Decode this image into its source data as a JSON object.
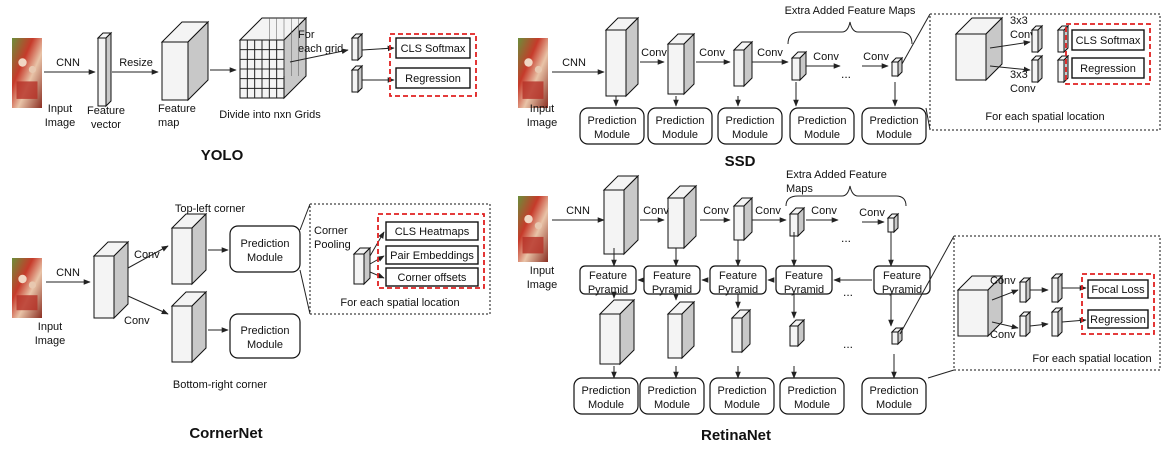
{
  "labels": {
    "cnn": "CNN",
    "conv": "Conv",
    "resize": "Resize",
    "input_image": [
      "Input",
      "Image"
    ],
    "feature_vector": [
      "Feature",
      "vector"
    ],
    "feature_map": [
      "Feature",
      "map"
    ],
    "divide_grids": "Divide into nxn Grids",
    "for_each_grid": [
      "For",
      "each grid"
    ],
    "cls_softmax": "CLS Softmax",
    "regression": "Regression",
    "prediction_module": [
      "Prediction",
      "Module"
    ],
    "feature_pyramid": [
      "Feature",
      "Pyramid"
    ],
    "extra_maps_ssd": "Extra Added Feature Maps",
    "extra_maps_retina": [
      "Extra Added Feature",
      "Maps"
    ],
    "conv3x3": [
      "3x3",
      "Conv"
    ],
    "for_each_spatial": "For each  spatial location",
    "top_left_corner": "Top-left corner",
    "bottom_right_corner": "Bottom-right corner",
    "corner_pooling": [
      "Corner",
      "Pooling"
    ],
    "cls_heatmaps": "CLS Heatmaps",
    "pair_embeddings": "Pair Embeddings",
    "corner_offsets": "Corner offsets",
    "focal_loss": "Focal Loss",
    "ellipsis": "..."
  },
  "titles": {
    "yolo": "YOLO",
    "ssd": "SSD",
    "cornernet": "CornerNet",
    "retinanet": "RetinaNet"
  },
  "colors": {
    "block_front": "#f4f4f4",
    "block_side": "#c8c8c8",
    "red_dash": "#e02020"
  }
}
